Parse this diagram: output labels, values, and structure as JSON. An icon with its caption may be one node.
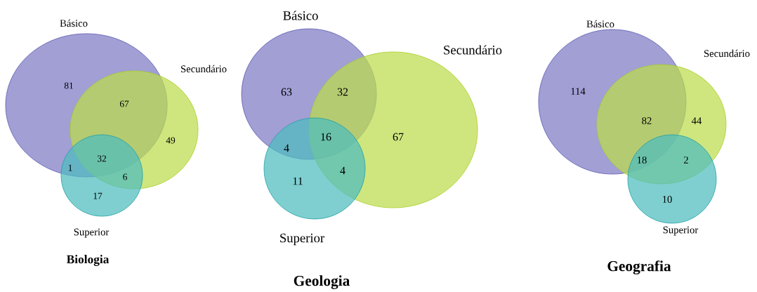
{
  "diagram": {
    "nodes": [
      {
        "text": [
          "Básico"
        ]
      },
      {
        "text": [
          "Secundário"
        ]
      },
      {
        "text": [
          "Superior"
        ]
      },
      {
        "text": [
          "Básico"
        ]
      },
      {
        "text": [
          "Secundário"
        ]
      },
      {
        "text": [
          "Superior"
        ]
      },
      {
        "text": [
          "Básico"
        ]
      },
      {
        "text": [
          "Secundário"
        ]
      },
      {
        "text": [
          "Superior"
        ]
      }
    ],
    "labels": [
      "81",
      "67",
      "49",
      "32",
      "1",
      "6",
      "17",
      "Biologia",
      "63",
      "32",
      "16",
      "67",
      "4",
      "4",
      "11",
      "Geologia",
      "114",
      "82",
      "44",
      "18",
      "2",
      "10",
      "Geografia"
    ]
  }
}
